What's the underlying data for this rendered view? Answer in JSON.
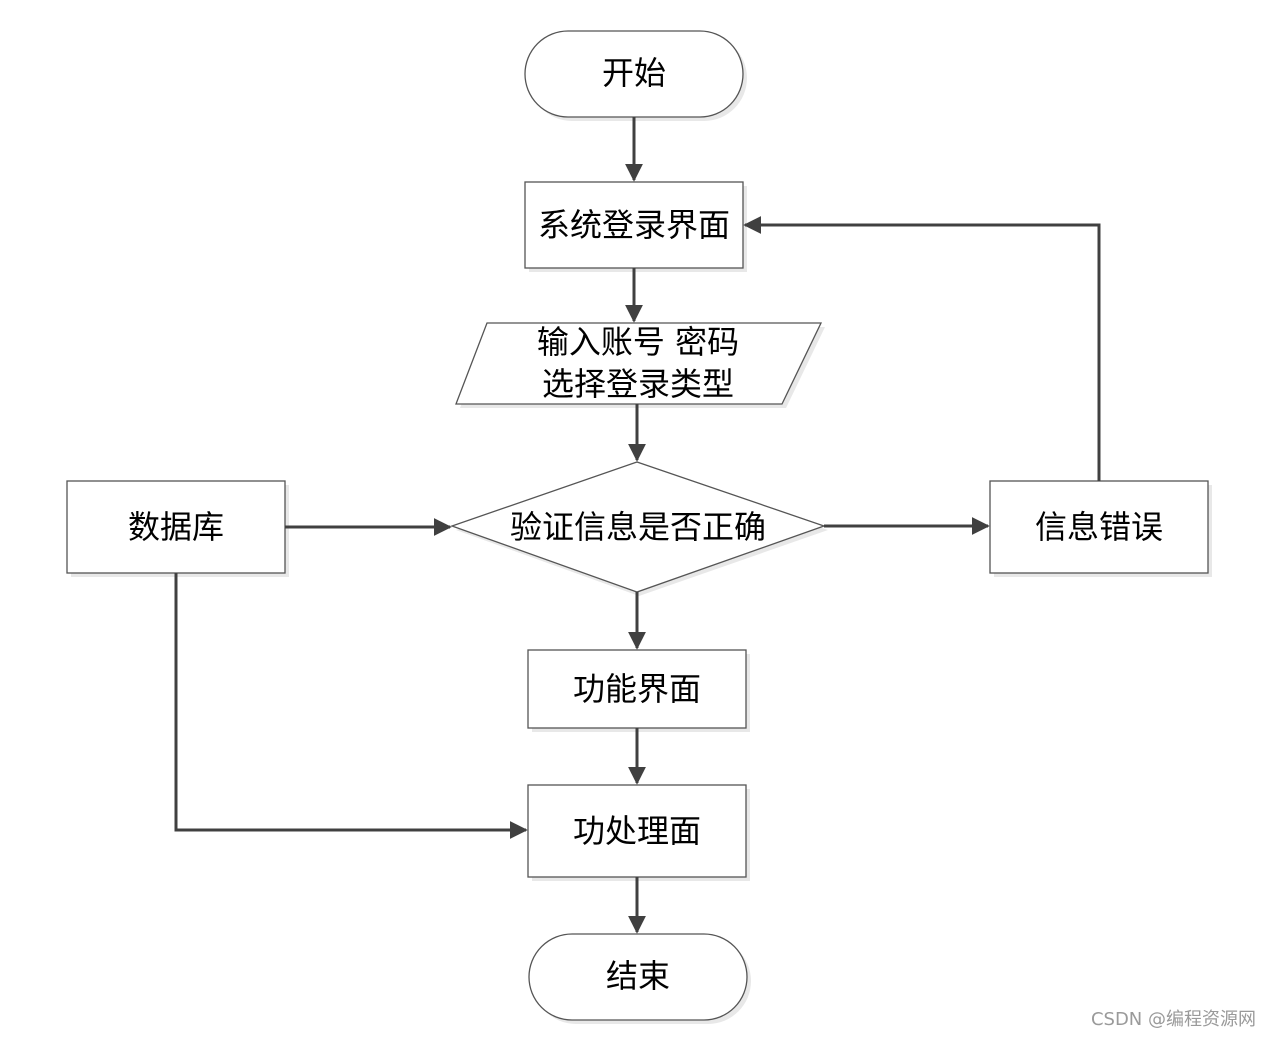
{
  "nodes": {
    "start": "开始",
    "login_ui": "系统登录界面",
    "input_line1": "输入账号 密码",
    "input_line2": "选择登录类型",
    "verify": "验证信息是否正确",
    "database": "数据库",
    "error": "信息错误",
    "function_ui": "功能界面",
    "process_ui": "功处理面",
    "end": "结束"
  },
  "watermark": "CSDN @编程资源网"
}
